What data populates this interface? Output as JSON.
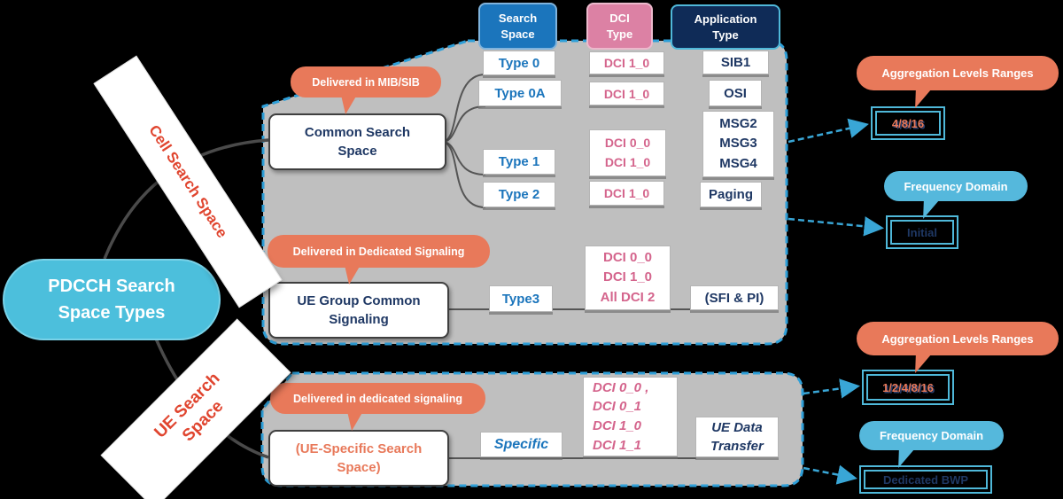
{
  "root_bubble": {
    "label": "PDCCH Search\nSpace Types"
  },
  "banners": {
    "cell": "Cell Search Space",
    "ue": "UE Search\nSpace"
  },
  "headers": {
    "search_space": "Search\nSpace",
    "dci_type": "DCI\nType",
    "application_type": "Application\nType"
  },
  "common_section": {
    "callout": "Delivered in MIB/SIB",
    "node": "Common Search\nSpace",
    "rows": [
      {
        "type": "Type 0",
        "dci": "DCI 1_0",
        "app": "SIB1"
      },
      {
        "type": "Type 0A",
        "dci": "DCI 1_0",
        "app": "OSI"
      },
      {
        "type": "Type 1",
        "dci": "DCI 0_0\nDCI 1_0",
        "app": "MSG2\nMSG3\nMSG4"
      },
      {
        "type": "Type 2",
        "dci": "DCI 1_0",
        "app": "Paging"
      }
    ]
  },
  "group_common_section": {
    "callout": "Delivered in Dedicated Signaling",
    "node": "UE  Group Common\nSignaling",
    "type": "Type3",
    "dci": "DCI 0_0\nDCI 1_0\nAll DCI 2",
    "app": "(SFI & PI)"
  },
  "ue_specific_section": {
    "callout": "Delivered in dedicated signaling",
    "node": "(UE-Specific Search\nSpace)",
    "type": "Specific",
    "dci": "DCI 0_0 ,\nDCI 0_1\nDCI 1_0\nDCI 1_1",
    "app": "UE Data\nTransfer"
  },
  "annotations": {
    "css_aggregation": {
      "callout": "Aggregation Levels Ranges",
      "value": "4/8/16"
    },
    "css_frequency": {
      "callout": "Frequency Domain",
      "value": "Initial"
    },
    "uss_aggregation": {
      "callout": "Aggregation Levels Ranges",
      "value": "1/2/4/8/16"
    },
    "uss_frequency": {
      "callout": "Frequency Domain",
      "value": "Dedicated BWP"
    }
  },
  "colors": {
    "accent_blue": "#1B75BC",
    "pink": "#DC81A4",
    "navy": "#1F3864",
    "orange": "#E8795A",
    "teal": "#4CBFDC",
    "panel_gray": "#BFBFBF",
    "dashed_border": "#2E9FD8",
    "banner_text": "#E0452F"
  }
}
